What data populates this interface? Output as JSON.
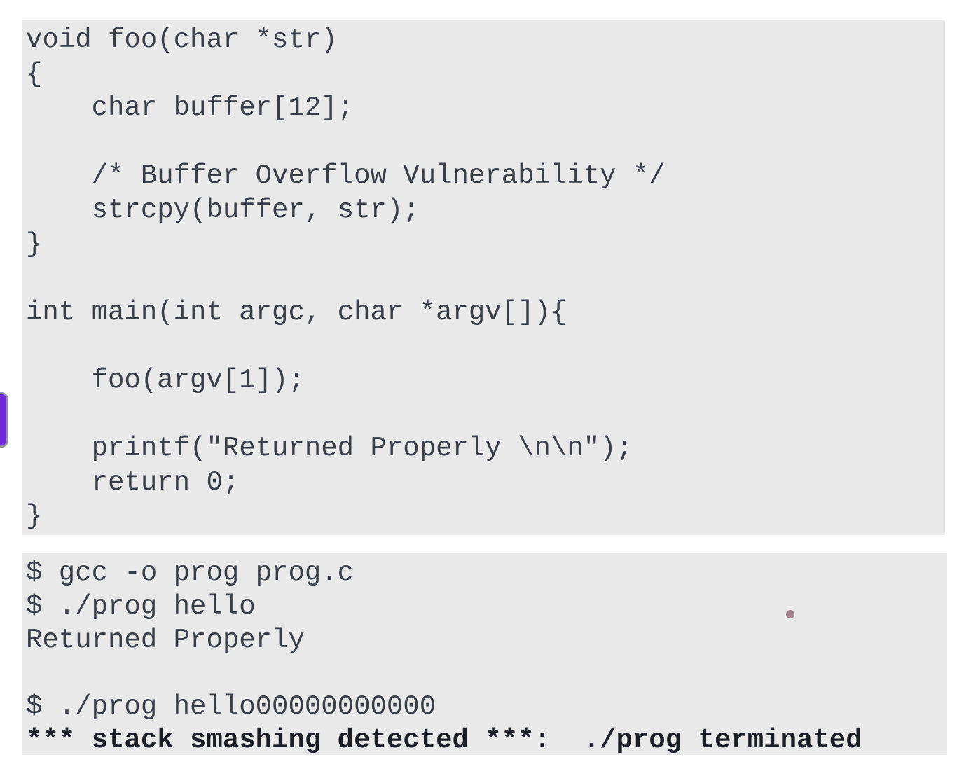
{
  "colors": {
    "page_background": "#ffffff",
    "panel_background": "#e9e9e9",
    "code_text": "#3a3e47",
    "error_text": "#1b1e24",
    "edge_tab_purple": "#7127d8",
    "edge_tab_border": "#8f8f9e",
    "pointer_dot": "#a2838d"
  },
  "code_panel": {
    "language": "c",
    "text": "void foo(char *str)\n{\n    char buffer[12];\n\n    /* Buffer Overflow Vulnerability */\n    strcpy(buffer, str);\n}\n\nint main(int argc, char *argv[]){\n\n    foo(argv[1]);\n\n    printf(\"Returned Properly \\n\\n\");\n    return 0;\n}"
  },
  "terminal_panel": {
    "lines": [
      "$ gcc -o prog prog.c",
      "$ ./prog hello",
      "Returned Properly",
      "",
      "$ ./prog hello00000000000"
    ],
    "error_line": "*** stack smashing detected ***:  ./prog terminated"
  }
}
